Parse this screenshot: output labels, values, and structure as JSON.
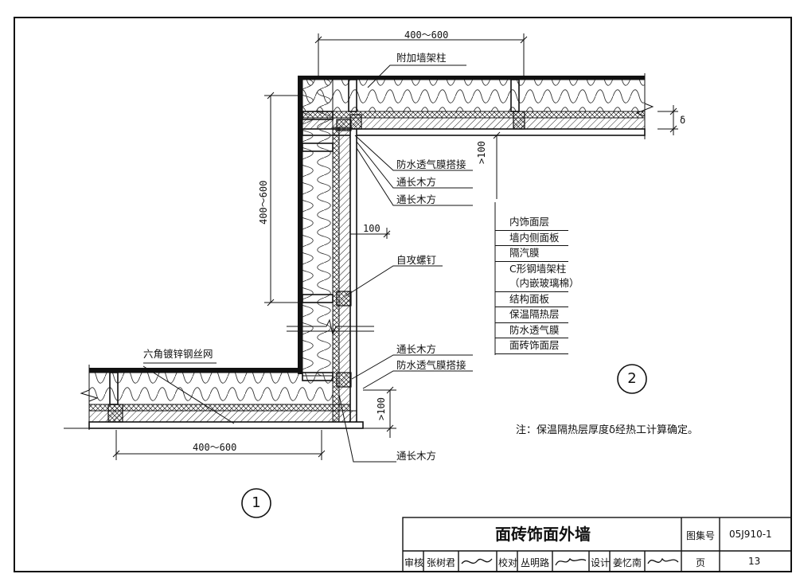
{
  "dimensions": {
    "top_span": "400～600",
    "left_span": "400～600",
    "bottom_span": "400～600",
    "gap_top": ">100",
    "gap_bottom": ">100",
    "offset": "100",
    "thickness": "δ"
  },
  "labels": {
    "extra_stud": "附加墙架柱",
    "membrane_lap_1": "防水透气膜搭接",
    "timber_1": "通长木方",
    "timber_2": "通长木方",
    "screw": "自攻螺钉",
    "timber_3": "通长木方",
    "membrane_lap_2": "防水透气膜搭接",
    "mesh": "六角镀锌钢丝网",
    "timber_4": "通长木方"
  },
  "legend": [
    "内饰面层",
    "墙内侧面板",
    "隔汽膜",
    "C形钢墙架柱",
    "（内嵌玻璃棉）",
    "结构面板",
    "保温隔热层",
    "防水透气膜",
    "面砖饰面层"
  ],
  "callouts": {
    "detail_1": "1",
    "detail_2": "2"
  },
  "note": "注：保温隔热层厚度δ经热工计算确定。",
  "title_block": {
    "title": "面砖饰面外墙",
    "atlas_label": "图集号",
    "atlas_no": "05J910-1",
    "review_label": "审核",
    "reviewer": "张树君",
    "check_label": "校对",
    "checker": "丛明路",
    "design_label": "设计",
    "designer": "姜忆南",
    "page_label": "页",
    "page_no": "13"
  }
}
